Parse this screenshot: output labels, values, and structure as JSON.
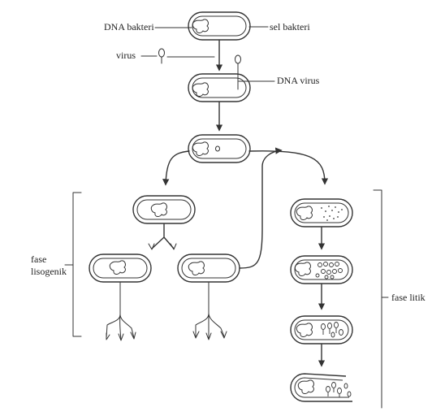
{
  "labels": {
    "dna_bakteri": "DNA bakteri",
    "sel_bakteri": "sel bakteri",
    "virus": "virus",
    "dna_virus": "DNA virus",
    "fase_lisogenik_1": "fase",
    "fase_lisogenik_2": "lisogenik",
    "fase_litik": "fase litik"
  }
}
